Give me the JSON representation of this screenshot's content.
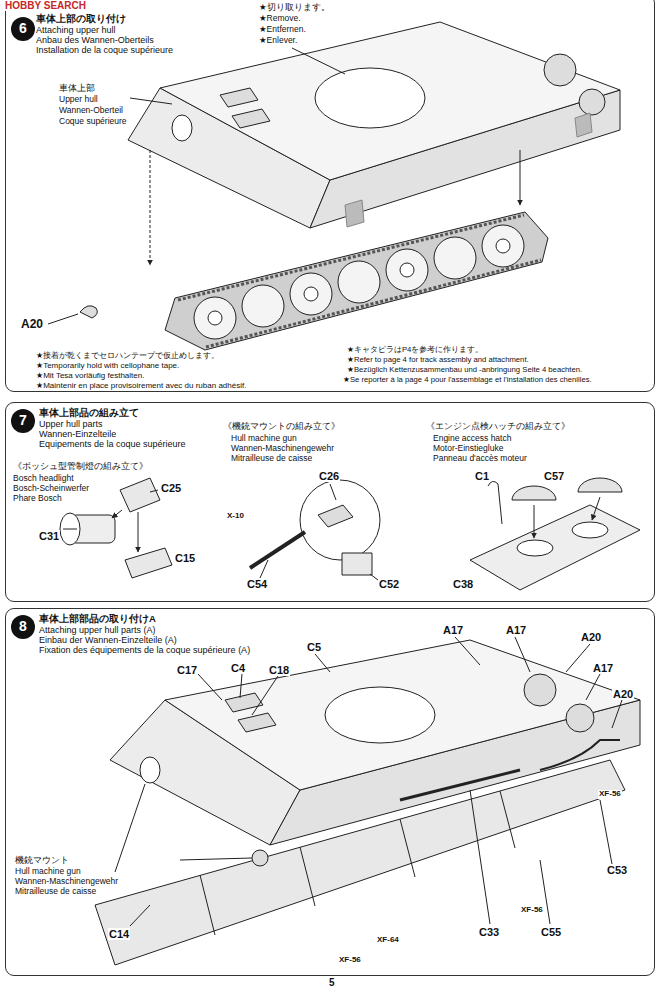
{
  "diagram": {
    "nodes": [
      {
        "text": [
          "車体上部の取り付け",
          "Attaching upper hull",
          "Anbau des Wannen-Oberteils",
          "Installation de la coque supérieure"
        ]
      },
      {
        "text": [
          "6"
        ],
        "in": 0
      },
      {
        "text": [
          "車体上部品の組み立て",
          "Upper hull parts",
          "Wannen-Einzelteile",
          "Equipements de la coque supérieure"
        ]
      },
      {
        "text": [
          "7"
        ],
        "in": 2
      },
      {
        "text": [
          "車体上部部品の取り付けA",
          "Attaching upper hull parts (A)",
          "Einbau der Wannen-Einzelteile (A)",
          "Fixation des équipements de la coque supérieure (A)"
        ]
      },
      {
        "text": [
          "8"
        ],
        "in": 4
      }
    ],
    "labels": [
      "HOBBY SEARCH",
      "★切り取ります。",
      "★Remove.",
      "★Entfernen.",
      "★Enlever.",
      "車体上部",
      "Upper hull",
      "Wannen-Oberteil",
      "Coque supérieure",
      "A20",
      "★接着が乾くまでセロハンテープで仮止めします。",
      "★Temporarily hold with cellophane tape.",
      "★Mit Tesa vorläufig festhalten.",
      "★Maintenir en place provisoirement avec du ruban adhésif.",
      "★キャタピラはP4を参考に作ります。",
      "★Refer to page 4 for track assembly and attachment.",
      "★Bezüglich Kettenzusammenbau und -anbringung Seite 4 beachten.",
      "★Se reporter à la page 4 pour l'assemblage et l'installation des chenilles.",
      "《ボッシュ型管制燈の組み立て》",
      "Bosch headlight",
      "Bosch-Scheinwerfer",
      "Phare Bosch",
      "C25",
      "C31",
      "C15",
      "《機銃マウントの組み立て》",
      "Hull machine gun",
      "Wannen-Maschinengewehr",
      "Mitrailleuse de caisse",
      "C26",
      "X-10",
      "C54",
      "C52",
      "《エンジン点検ハッチの組み立て》",
      "Engine access hatch",
      "Motor-Einstiegluke",
      "Panneau d'accès moteur",
      "C1",
      "C57",
      "C38",
      "C4",
      "C17",
      "C18",
      "C5",
      "A17",
      "A17",
      "A20",
      "A17",
      "A20",
      "XF-56",
      "C53",
      "C55",
      "C33",
      "XF-56",
      "XF-64",
      "XF-56",
      "C14",
      "機銃マウント",
      "Hull machine gun",
      "Wannen-Maschinengewehr",
      "Mitrailleuse de caisse",
      "5"
    ]
  }
}
